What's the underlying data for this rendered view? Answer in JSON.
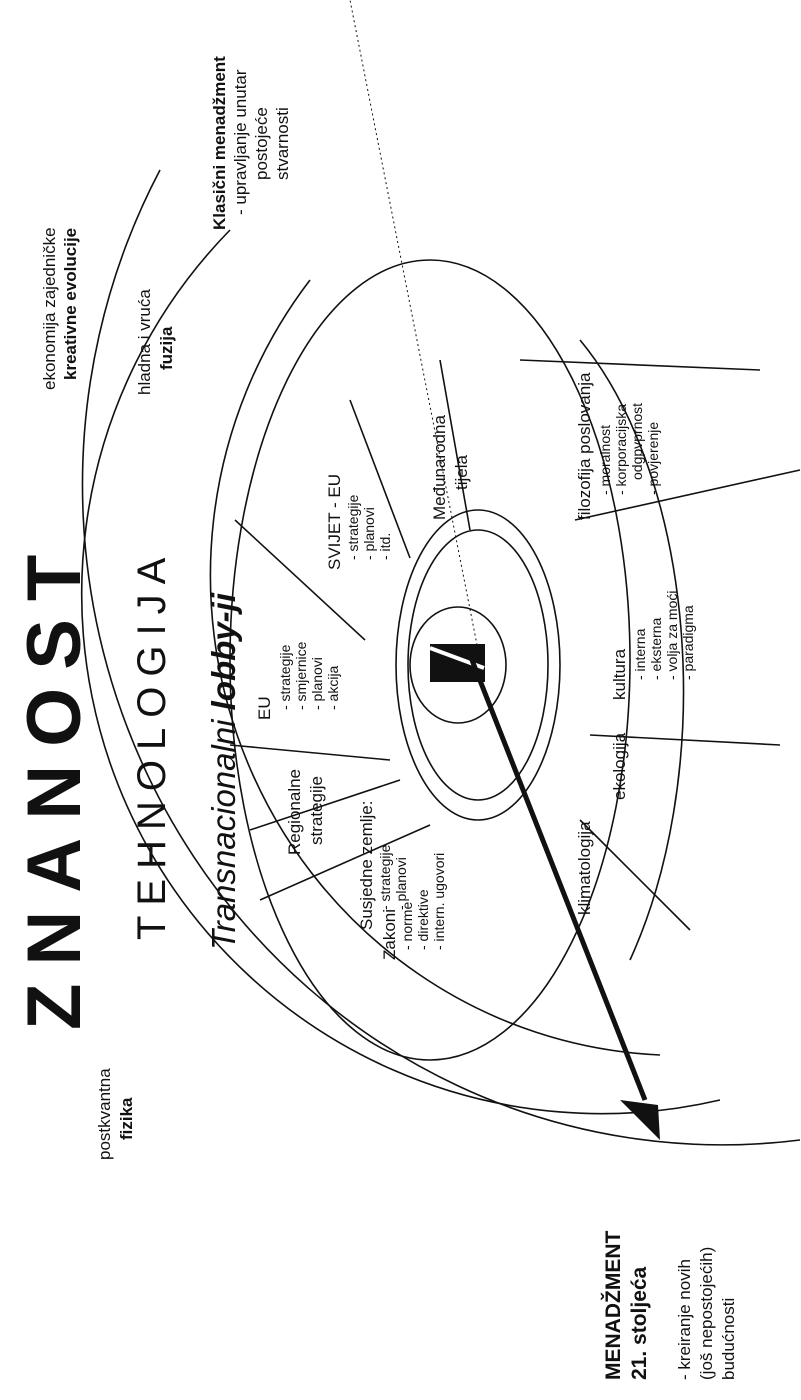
{
  "title": "ZNANOST",
  "subtitle": "TEHNOLOGIJA",
  "lobby": {
    "prefix": "Transnacionalni ",
    "bold": "lobby-ji"
  },
  "outer_labels": {
    "fizika": {
      "line1": "postkvantna",
      "line2": "fizika"
    },
    "evolucija": {
      "line1": "ekonomija zajedničke",
      "line2": "kreativne evolucije"
    },
    "fuzija": {
      "line1": "hladna i vruća",
      "line2": "fuzija"
    },
    "klasicni": {
      "line1": "Klasični menadžment",
      "line2": "- upravljanje unutar",
      "line3": "postojeće",
      "line4": "stvarnosti"
    }
  },
  "sectors": {
    "zakoni": {
      "title": "Zakoni",
      "items": [
        "- norme",
        "- direktive",
        "- intern. ugovori"
      ]
    },
    "susjedne": {
      "title": "Susjedne zemlje:",
      "items": [
        "- strategije",
        "- planovi"
      ]
    },
    "regionalne": {
      "line1": "Regionalne",
      "line2": "strategije"
    },
    "eu": {
      "title": "EU",
      "items": [
        "- strategije",
        "- smjernice",
        "- planovi",
        "- akcija"
      ]
    },
    "svijet": {
      "title": "SVIJET - EU",
      "items": [
        "- strategije",
        "- planovi",
        "- itd."
      ]
    },
    "medjunarodna": {
      "line1": "Međunarodna",
      "line2": "tijela"
    }
  },
  "bottom_sectors": {
    "klimatologija": "klimatologija",
    "ekologija": "ekologija",
    "kultura": {
      "title": "kultura",
      "items": [
        "- interna",
        "- eksterna",
        "- volja za moći",
        "- paradigma"
      ]
    },
    "filozofija": {
      "title": "filozofija poslovanja",
      "items": [
        "- moralnost",
        "- korporacijska",
        "odgpvprnost",
        "- povjerenje"
      ]
    }
  },
  "management": {
    "line1": "MENADŽMENT",
    "line2": "21. stoljeća",
    "desc1": "- kreiranje novih",
    "desc2": "(još nepostojećih)",
    "desc3": "budućnosti"
  },
  "colors": {
    "ink": "#111111",
    "background": "#ffffff"
  }
}
